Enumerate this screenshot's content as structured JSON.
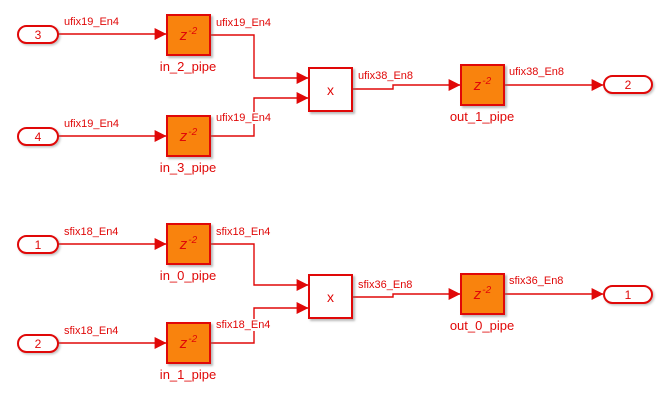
{
  "colors": {
    "red": "#E00808",
    "orange": "#F9830D",
    "background": "#FFFFFF"
  },
  "delay_glyph": {
    "base": "z",
    "exp": "-2"
  },
  "groups": [
    {
      "inports": [
        {
          "port": "3",
          "signal": "ufix19_En4"
        },
        {
          "port": "4",
          "signal": "ufix19_En4"
        }
      ],
      "pipes": [
        {
          "name": "in_2_pipe",
          "out_signal": "ufix19_En4"
        },
        {
          "name": "in_3_pipe",
          "out_signal": "ufix19_En4"
        }
      ],
      "mult_label": "x",
      "product_signal": "ufix38_En8",
      "out_pipe": {
        "name": "out_1_pipe",
        "out_signal": "ufix38_En8"
      },
      "outport": {
        "port": "2"
      }
    },
    {
      "inports": [
        {
          "port": "1",
          "signal": "sfix18_En4"
        },
        {
          "port": "2",
          "signal": "sfix18_En4"
        }
      ],
      "pipes": [
        {
          "name": "in_0_pipe",
          "out_signal": "sfix18_En4"
        },
        {
          "name": "in_1_pipe",
          "out_signal": "sfix18_En4"
        }
      ],
      "mult_label": "x",
      "product_signal": "sfix36_En8",
      "out_pipe": {
        "name": "out_0_pipe",
        "out_signal": "sfix36_En8"
      },
      "outport": {
        "port": "1"
      }
    }
  ]
}
